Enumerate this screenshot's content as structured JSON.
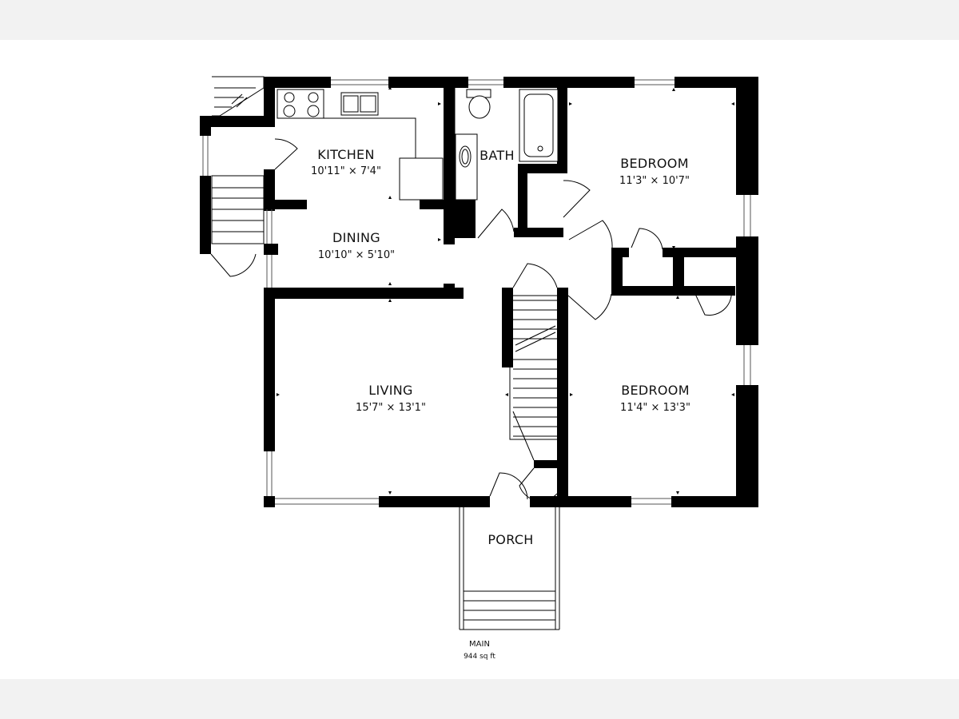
{
  "rooms": {
    "kitchen": {
      "name": "KITCHEN",
      "dims": "10'11\" × 7'4\""
    },
    "bath": {
      "name": "BATH"
    },
    "bedroom_upper": {
      "name": "BEDROOM",
      "dims": "11'3\" × 10'7\""
    },
    "dining": {
      "name": "DINING",
      "dims": "10'10\" × 5'10\""
    },
    "living": {
      "name": "LIVING",
      "dims": "15'7\" × 13'1\""
    },
    "bedroom_lower": {
      "name": "BEDROOM",
      "dims": "11'4\" × 13'3\""
    },
    "porch": {
      "name": "PORCH"
    }
  },
  "floor": {
    "name": "MAIN",
    "area": "944 sq ft"
  },
  "colors": {
    "wall": "#000000",
    "background": "#ffffff",
    "band": "#f2f2f2"
  }
}
